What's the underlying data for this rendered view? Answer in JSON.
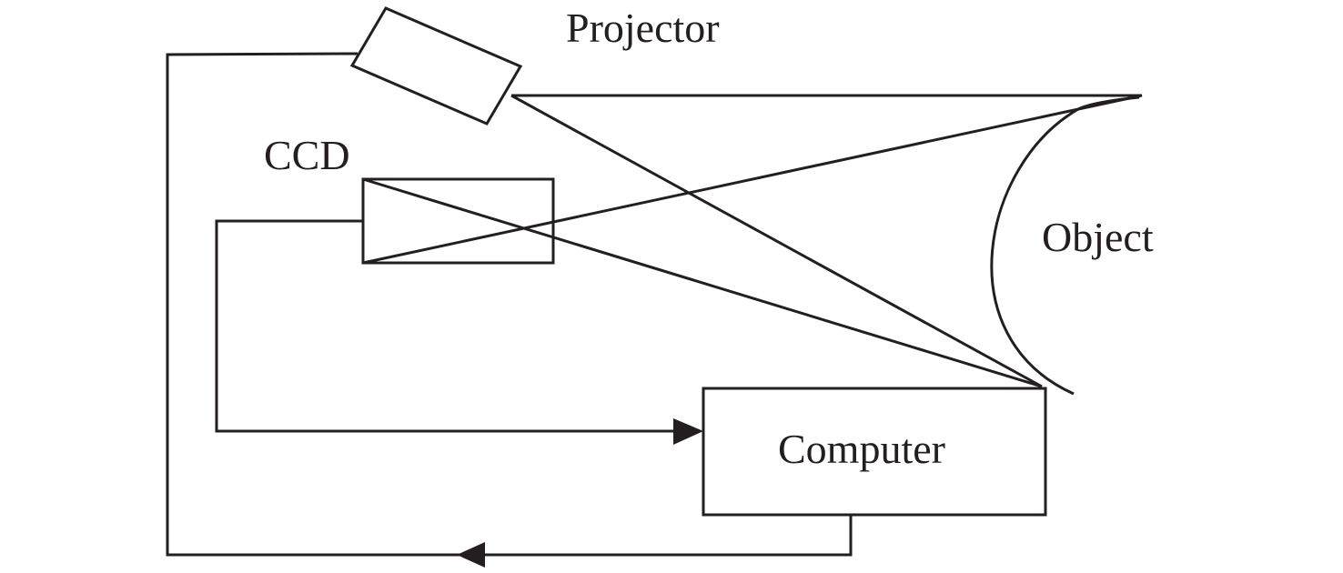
{
  "labels": {
    "projector": "Projector",
    "ccd": "CCD",
    "object": "Object",
    "computer": "Computer"
  },
  "colors": {
    "stroke": "#231f20",
    "background": "#ffffff"
  }
}
